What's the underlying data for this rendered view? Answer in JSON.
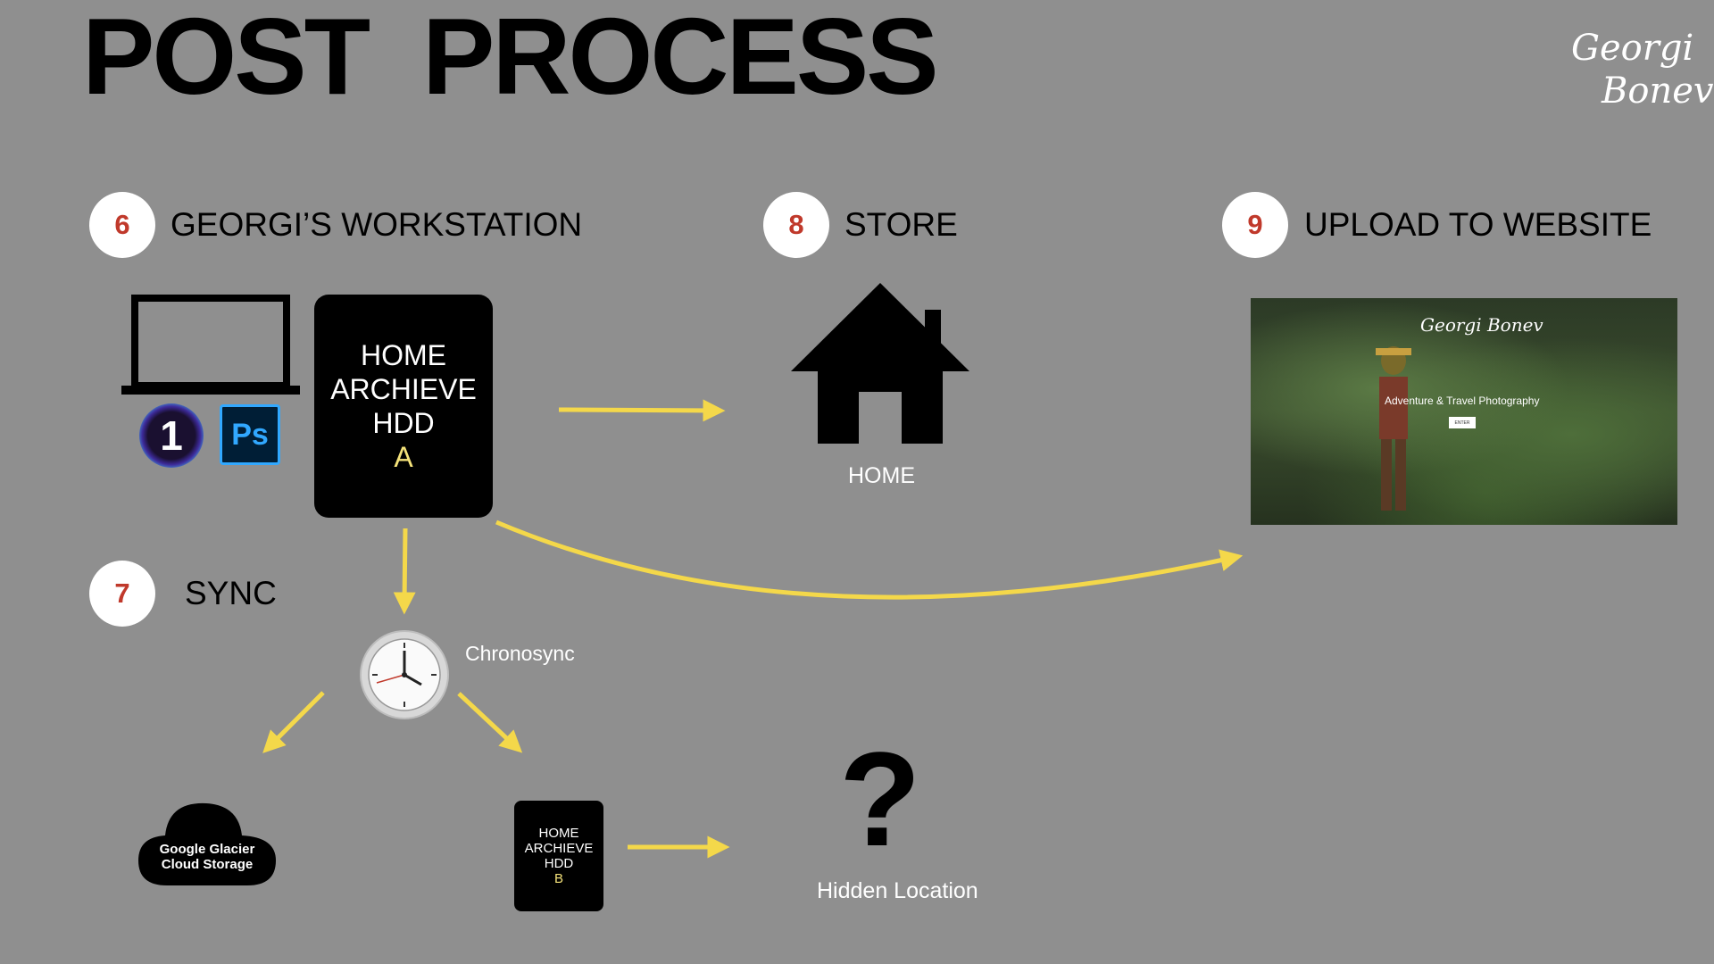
{
  "title": "POST  PROCESS",
  "signature": {
    "line1": "Georgi",
    "line2": "Bonev"
  },
  "steps": [
    {
      "number": "6",
      "label": "GEORGI’S WORKSTATION"
    },
    {
      "number": "7",
      "label": "SYNC"
    },
    {
      "number": "8",
      "label": "STORE"
    },
    {
      "number": "9",
      "label": "UPLOAD TO WEBSITE"
    }
  ],
  "workstation": {
    "capture_one_icon_text": "1",
    "photoshop_icon_text": "Ps"
  },
  "drive_a": {
    "line1": "HOME",
    "line2": "ARCHIEVE",
    "line3": "HDD",
    "id": "A"
  },
  "drive_b": {
    "line1": "HOME",
    "line2": "ARCHIEVE",
    "line3": "HDD",
    "id": "B"
  },
  "store_label": "HOME",
  "sync_tool": "Chronosync",
  "cloud_label": {
    "line1": "Google Glacier",
    "line2": "Cloud Storage"
  },
  "hidden_location": {
    "symbol": "?",
    "label": "Hidden Location"
  },
  "website": {
    "brand": "Georgi Bonev",
    "tagline": "Adventure & Travel Photography",
    "button": "ENTER"
  },
  "colors": {
    "background": "#8f8f8f",
    "arrow": "#f4d84a",
    "badge_number": "#c0392b",
    "drive_accent": "#f4e27a"
  },
  "icons": [
    "laptop-icon",
    "capture-one-icon",
    "photoshop-icon",
    "house-icon",
    "clock-icon",
    "cloud-icon"
  ]
}
